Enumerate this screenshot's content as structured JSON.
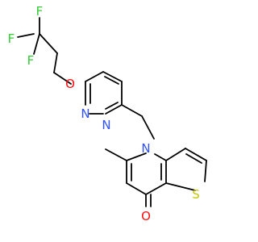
{
  "colors": {
    "background": "#ffffff",
    "bond": "#000000",
    "fluorine": "#33cc33",
    "oxygen": "#ff0d0d",
    "nitrogen": "#3050f8",
    "sulfur": "#c6c600"
  },
  "labels": {
    "f1": "F",
    "f2": "F",
    "f3": "F",
    "o_ether": "O",
    "n_pyridazine_1": "N",
    "n_pyridazine_2": "N",
    "n_ring": "N",
    "s_thiophene": "S",
    "o_carbonyl": "O"
  }
}
